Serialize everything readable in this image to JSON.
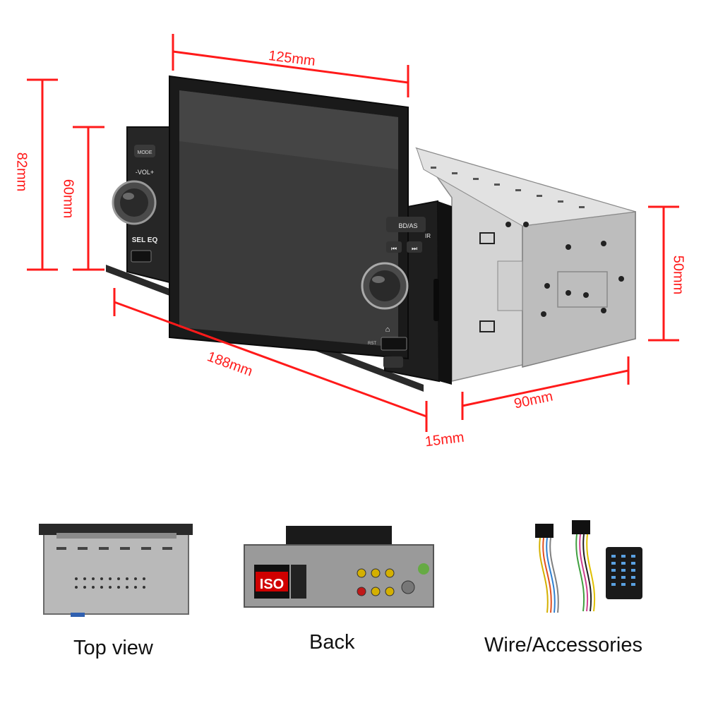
{
  "colors": {
    "dimension": "#ff1a1a",
    "device_body": "#1a1a1a",
    "screen": "#3b3b3b",
    "chassis": "#c9c9c9"
  },
  "dimensions": {
    "screen_width": "125mm",
    "total_height": "82mm",
    "panel_height": "60mm",
    "total_width": "188mm",
    "chassis_height": "50mm",
    "chassis_depth": "90mm",
    "front_depth": "15mm"
  },
  "device": {
    "panel": {
      "mode_button": "MODE",
      "vol_label": "-VOL+",
      "sel_eq_label": "SEL EQ",
      "bd_as_label": "BD/AS",
      "ir_label": "IR",
      "rst_label": "RST"
    }
  },
  "thumbnails": {
    "top_view": {
      "caption": "Top view"
    },
    "back": {
      "caption": "Back",
      "iso_label": "ISO"
    },
    "accessories": {
      "caption": "Wire/Accessories"
    }
  }
}
